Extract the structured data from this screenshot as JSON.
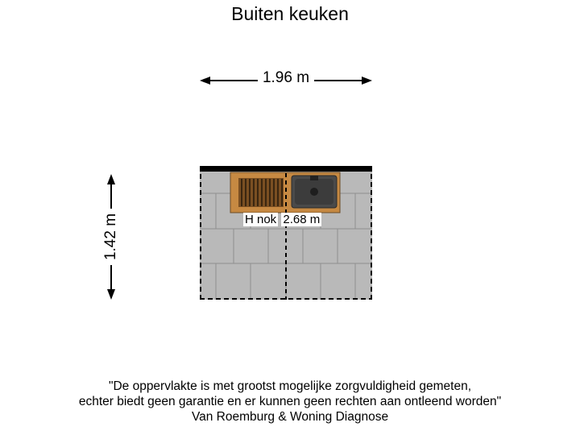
{
  "title": "Buiten keuken",
  "dimensions": {
    "width_label": "1.96 m",
    "height_label": "1.42 m",
    "ridge_height_label": "H nok",
    "ridge_height_value": "2.68 m"
  },
  "disclaimer": {
    "line1": "\"De oppervlakte is met grootst mogelijke zorgvuldigheid gemeten,",
    "line2": "echter biedt geen garantie en er kunnen geen rechten aan ontleend worden\"",
    "line3": "Van Roemburg & Woning Diagnose"
  },
  "colors": {
    "tile": "#b9b9b9",
    "grout": "#8f8f8f",
    "wood": "#c68942",
    "wall": "#000000",
    "sink": "#4a4a4a"
  },
  "icons": [
    "grill-icon",
    "sink-icon"
  ]
}
